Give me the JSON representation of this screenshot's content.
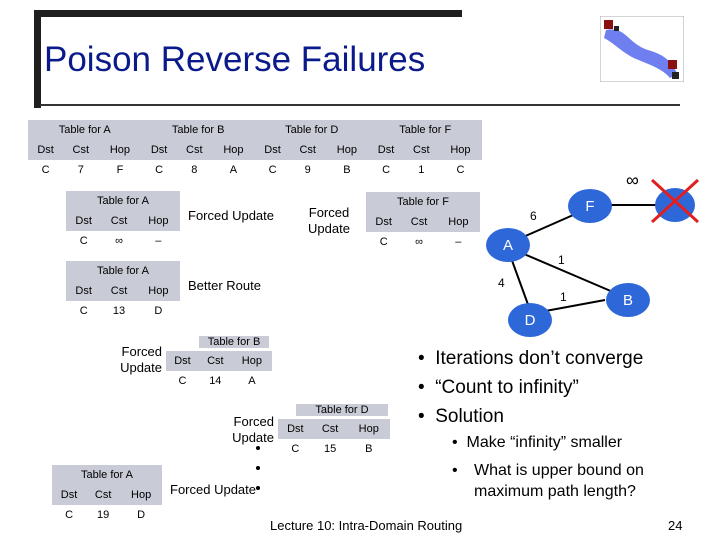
{
  "title": "Poison Reverse Failures",
  "top_tables": [
    {
      "caption": "Table for A",
      "dst": "C",
      "cst": "7",
      "hop": "F"
    },
    {
      "caption": "Table for B",
      "dst": "C",
      "cst": "8",
      "hop": "A"
    },
    {
      "caption": "Table for D",
      "dst": "C",
      "cst": "9",
      "hop": "B"
    },
    {
      "caption": "Table for F",
      "dst": "C",
      "cst": "1",
      "hop": "C"
    }
  ],
  "col_dst": "Dst",
  "col_cst": "Cst",
  "col_hop": "Hop",
  "tA1": {
    "caption": "Table for A",
    "dst": "C",
    "cst": "∞",
    "hop": "–"
  },
  "tF": {
    "caption": "Table for F",
    "dst": "C",
    "cst": "∞",
    "hop": "–"
  },
  "tA2": {
    "caption": "Table for A",
    "dst": "C",
    "cst": "13",
    "hop": "D"
  },
  "tB": {
    "caption": "Table for B",
    "dst": "C",
    "cst": "14",
    "hop": "A"
  },
  "tD": {
    "caption": "Table for D",
    "dst": "C",
    "cst": "15",
    "hop": "B"
  },
  "tA3": {
    "caption": "Table for A",
    "dst": "C",
    "cst": "19",
    "hop": "D"
  },
  "labels": {
    "forced_update": "Forced Update",
    "better_route": "Better Route",
    "forced_update_b": "Forced Update",
    "forced_update_d": "Forced Update",
    "forced_update_a3": "Forced Update",
    "forced_update_f": "Forced Update"
  },
  "graph": {
    "nodes": {
      "F": "F",
      "A": "A",
      "D": "D",
      "B": "B"
    },
    "edges": {
      "f_c": "∞",
      "a_f": "6",
      "a_b": "1",
      "a_d": "4",
      "d_b": "1"
    }
  },
  "bullets": [
    "Iterations don’t converge",
    "“Count to infinity”",
    "Solution"
  ],
  "sub_bullets": [
    "Make “infinity” smaller",
    "What is upper bound on maximum path length?"
  ],
  "footer": {
    "lecture": "Lecture 10: Intra-Domain Routing",
    "page": "24"
  }
}
